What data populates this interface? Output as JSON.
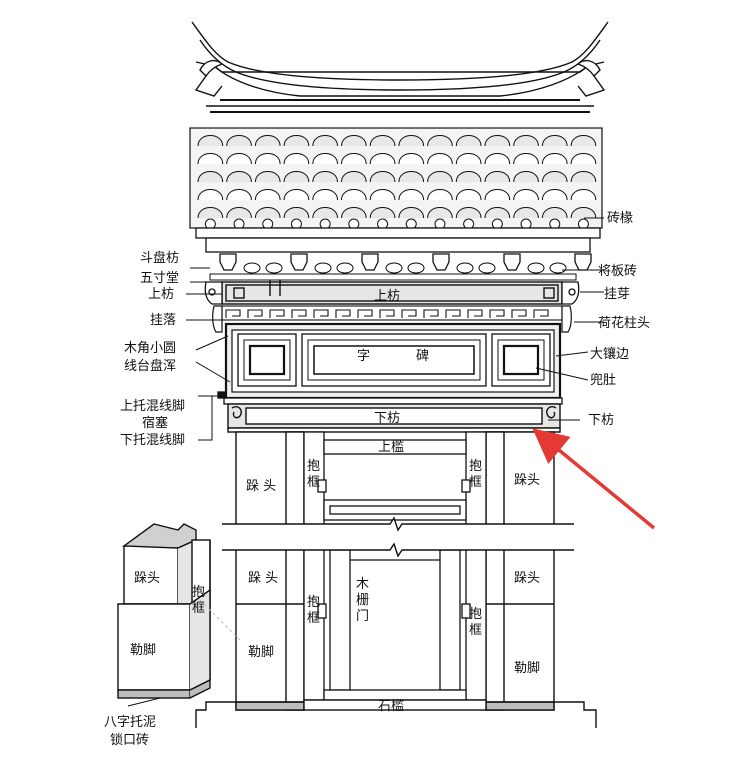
{
  "labels": {
    "zhuan_chuan": "砖椽",
    "dou_pan_fang": "斗盘枋",
    "wu_cun_tang": "五寸堂",
    "jiang_ban_zhuan": "将板砖",
    "shang_fang_left": "上枋",
    "shang_fang_center": "上枋",
    "gua_ya": "挂芽",
    "gua_luo": "挂落",
    "he_hua_zhu_tou": "荷花柱头",
    "mu_jiao_xiao_yuan": "木角小圆",
    "xian_tai_pan_hun": "线台盘浑",
    "da_xiang_bian": "大镶边",
    "dou_du": "兜肚",
    "zi": "字",
    "bei": "碑",
    "shang_tuo_hun_xian_jiao": "上托混线脚",
    "su_sai": "宿塞",
    "xia_tuo_hun_xian_jiao": "下托混线脚",
    "xia_fang_center": "下枋",
    "xia_fang_right": "下枋",
    "shang_kan": "上槛",
    "duo_tou_left_top": "跺 头",
    "duo_tou_right_top": "跺头",
    "duo_tou_left_mid": "跺 头",
    "duo_tou_right_mid": "跺头",
    "bao_kuang_left_top": "抱框",
    "bao_kuang_right_top": "抱框",
    "bao_kuang_left_bot": "抱框",
    "bao_kuang_right_bot": "抱框",
    "mu_zha_men": "木栅门",
    "le_jiao_left": "勒脚",
    "le_jiao_right": "勒脚",
    "shi_kan": "石槛",
    "detail_duo_tou": "跺头",
    "detail_bao_kuang": "抱框",
    "detail_le_jiao": "勒脚",
    "ba_zi_tuo_ni": "八字托泥",
    "suo_kou_zhuan": "锁口砖"
  },
  "colors": {
    "line": "#111111",
    "arrow": "#e53935",
    "shade": "#bdbdbd",
    "roof_shade": "#d6d6d6"
  },
  "icons": [
    "gate-diagram",
    "red-arrow-icon"
  ]
}
